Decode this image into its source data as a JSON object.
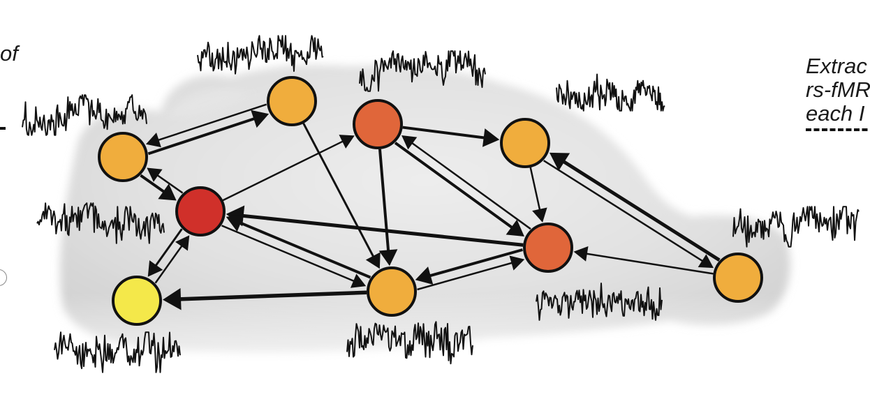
{
  "captions": {
    "left": [
      "of"
    ],
    "right": [
      "Extrac",
      "rs-fMR",
      "each I"
    ]
  },
  "colors": {
    "red": "#d0302a",
    "red_orange": "#e0663a",
    "orange": "#f0ad3d",
    "yellow": "#f4e84a",
    "outline": "#111111",
    "brain": "#dcdcdc"
  },
  "nodes": [
    {
      "id": "n1",
      "color": "orange"
    },
    {
      "id": "n2",
      "color": "orange"
    },
    {
      "id": "n3",
      "color": "red_orange"
    },
    {
      "id": "n4",
      "color": "orange"
    },
    {
      "id": "n5",
      "color": "red"
    },
    {
      "id": "n6",
      "color": "red_orange"
    },
    {
      "id": "n7",
      "color": "yellow"
    },
    {
      "id": "n8",
      "color": "orange"
    },
    {
      "id": "n9",
      "color": "orange"
    }
  ],
  "edges": [
    {
      "from": "n1",
      "to": "n2",
      "weight": 4
    },
    {
      "from": "n2",
      "to": "n1",
      "weight": 2.5
    },
    {
      "from": "n1",
      "to": "n5",
      "weight": 4
    },
    {
      "from": "n5",
      "to": "n1",
      "weight": 2.5
    },
    {
      "from": "n2",
      "to": "n8",
      "weight": 3
    },
    {
      "from": "n5",
      "to": "n3",
      "weight": 2.5
    },
    {
      "from": "n3",
      "to": "n4",
      "weight": 4
    },
    {
      "from": "n3",
      "to": "n8",
      "weight": 4
    },
    {
      "from": "n3",
      "to": "n6",
      "weight": 4
    },
    {
      "from": "n6",
      "to": "n3",
      "weight": 2.5
    },
    {
      "from": "n4",
      "to": "n6",
      "weight": 2.5
    },
    {
      "from": "n4",
      "to": "n9",
      "weight": 2.5
    },
    {
      "from": "n9",
      "to": "n4",
      "weight": 5
    },
    {
      "from": "n6",
      "to": "n5",
      "weight": 5
    },
    {
      "from": "n9",
      "to": "n6",
      "weight": 2.5
    },
    {
      "from": "n5",
      "to": "n7",
      "weight": 3
    },
    {
      "from": "n7",
      "to": "n5",
      "weight": 2.5
    },
    {
      "from": "n5",
      "to": "n8",
      "weight": 2.5
    },
    {
      "from": "n8",
      "to": "n5",
      "weight": 4
    },
    {
      "from": "n8",
      "to": "n7",
      "weight": 5.5
    },
    {
      "from": "n6",
      "to": "n8",
      "weight": 4
    },
    {
      "from": "n8",
      "to": "n6",
      "weight": 2.5
    }
  ],
  "signals": [
    {
      "id": "signal-n2",
      "seed": 11
    },
    {
      "id": "signal-n1",
      "seed": 23
    },
    {
      "id": "signal-n3",
      "seed": 37
    },
    {
      "id": "signal-n4",
      "seed": 41
    },
    {
      "id": "signal-n5",
      "seed": 53
    },
    {
      "id": "signal-n9",
      "seed": 67
    },
    {
      "id": "signal-n6",
      "seed": 79
    },
    {
      "id": "signal-n7",
      "seed": 83
    },
    {
      "id": "signal-n8",
      "seed": 97
    }
  ]
}
